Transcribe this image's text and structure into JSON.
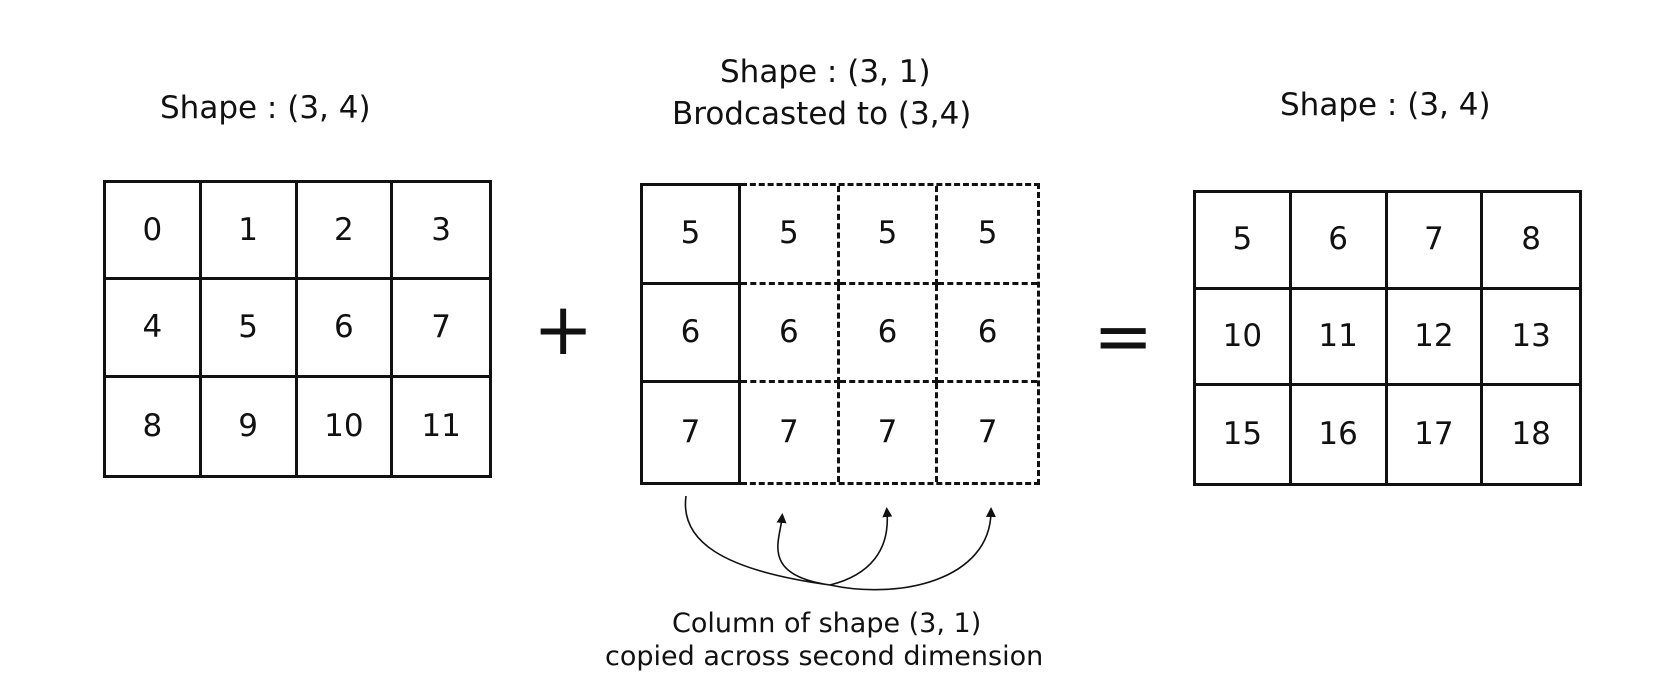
{
  "left_panel": {
    "title": "Shape : (3, 4)",
    "rows": [
      [
        "0",
        "1",
        "2",
        "3"
      ],
      [
        "4",
        "5",
        "6",
        "7"
      ],
      [
        "8",
        "9",
        "10",
        "11"
      ]
    ]
  },
  "operator_plus": "+",
  "middle_panel": {
    "title_line1": "Shape : (3, 1)",
    "title_line2": "Brodcasted to (3,4)",
    "original_column": [
      "5",
      "6",
      "7"
    ],
    "broadcast_rows": [
      [
        "5",
        "5",
        "5"
      ],
      [
        "6",
        "6",
        "6"
      ],
      [
        "7",
        "7",
        "7"
      ]
    ],
    "caption_line1": "Column of shape (3, 1)",
    "caption_line2": "copied across second dimension"
  },
  "operator_equals": "=",
  "right_panel": {
    "title": "Shape : (3, 4)",
    "rows": [
      [
        "5",
        "6",
        "7",
        "8"
      ],
      [
        "10",
        "11",
        "12",
        "13"
      ],
      [
        "15",
        "16",
        "17",
        "18"
      ]
    ]
  }
}
